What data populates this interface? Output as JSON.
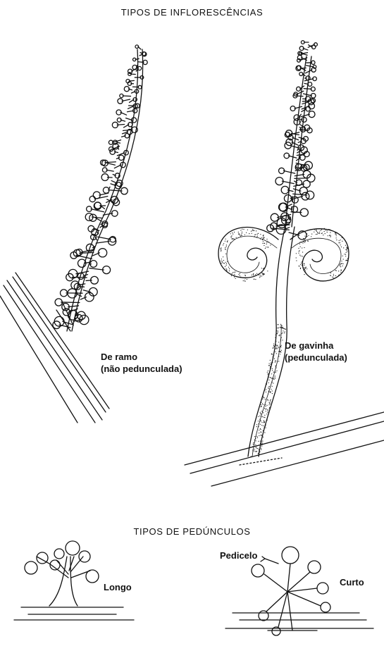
{
  "titles": {
    "inflorescences": "TIPOS DE INFLORESCÊNCIAS",
    "peduncles": "TIPOS DE PEDÚNCULOS"
  },
  "labels": {
    "branch_line1": "De ramo",
    "branch_line2": "(não pedunculada)",
    "tendril_line1": "De gavinha",
    "tendril_line2": "(pedunculada)",
    "long": "Longo",
    "pedicel": "Pedicelo",
    "short": "Curto"
  }
}
